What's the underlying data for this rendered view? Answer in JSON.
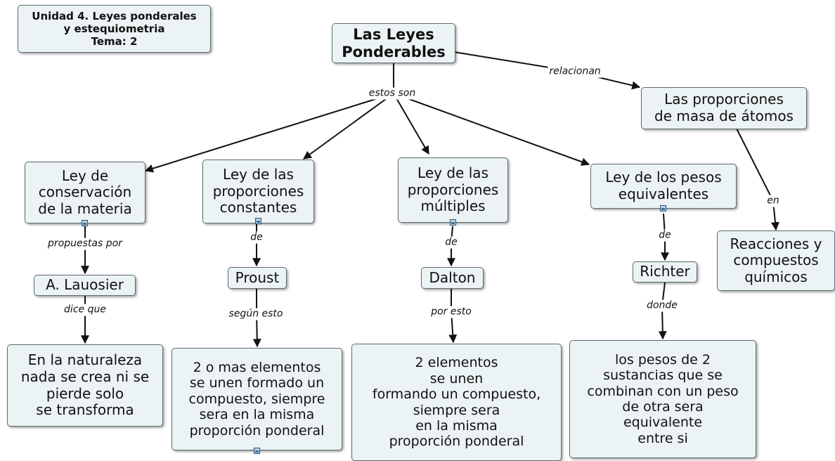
{
  "title_box": "Unidad 4. Leyes ponderales\ny estequiometria\nTema: 2",
  "concepts": {
    "root": "Las Leyes\nPonderables",
    "proporciones_masa": "Las proporciones\nde masa de átomos",
    "reacciones": "Reacciones y\ncompuestos\nquímicos",
    "ley_conservacion": "Ley de\nconservación\nde la materia",
    "ley_constantes": "Ley de las\nproporciones\nconstantes",
    "ley_multiples": "Ley de las\nproporciones\nmúltiples",
    "ley_equivalentes": "Ley de los pesos\nequivalentes",
    "lauosier": "A. Lauosier",
    "proust": "Proust",
    "dalton": "Dalton",
    "richter": "Richter",
    "desc_conservacion": "En la naturaleza\nnada se crea ni se\npierde solo\nse transforma",
    "desc_constantes": "2 o mas elementos\nse unen formado un\ncompuesto, siempre\nsera en la misma\nproporción ponderal",
    "desc_multiples": "2 elementos\nse unen\nformando un compuesto,\nsiempre sera\nen la misma\nproporción ponderal",
    "desc_equivalentes": "los pesos de 2\nsustancias que se\ncombinan con un peso\nde otra sera\nequivalente\nentre si"
  },
  "linking_phrases": {
    "relacionan": "relacionan",
    "estos_son": "estos son",
    "en": "en",
    "propuestas_por": "propuestas por",
    "de_constantes": "de",
    "de_multiples": "de",
    "de_equivalentes": "de",
    "dice_que": "dice que",
    "segun_esto": "según esto",
    "por_esto": "por esto",
    "donde": "donde"
  },
  "colors": {
    "node_fill": "#ecf3f5",
    "node_border": "#5b6b73",
    "line": "#111111"
  }
}
